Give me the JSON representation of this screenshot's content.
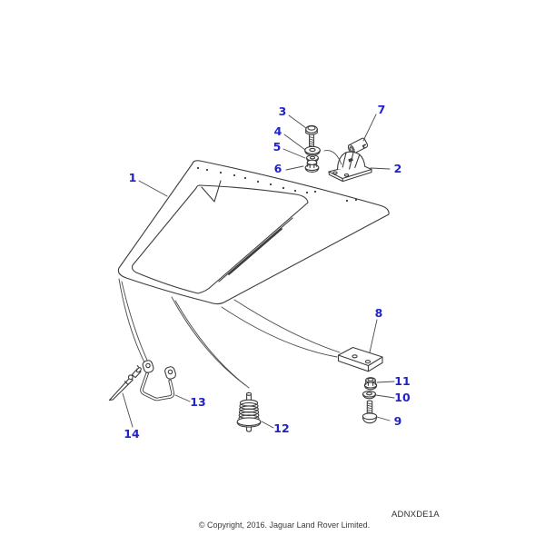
{
  "diagram": {
    "callouts": [
      {
        "label": "1"
      },
      {
        "label": "2"
      },
      {
        "label": "3"
      },
      {
        "label": "4"
      },
      {
        "label": "5"
      },
      {
        "label": "6"
      },
      {
        "label": "7"
      },
      {
        "label": "8"
      },
      {
        "label": "9"
      },
      {
        "label": "10"
      },
      {
        "label": "11"
      },
      {
        "label": "12"
      },
      {
        "label": "13"
      },
      {
        "label": "14"
      }
    ],
    "colors": {
      "callout": "#2222cc",
      "artwork_line": "#3c3c3c",
      "background": "#ffffff"
    }
  },
  "footer": {
    "drawing_code": "ADNXDE1A",
    "copyright": "© Copyright, 2016. Jaguar Land Rover Limited."
  }
}
